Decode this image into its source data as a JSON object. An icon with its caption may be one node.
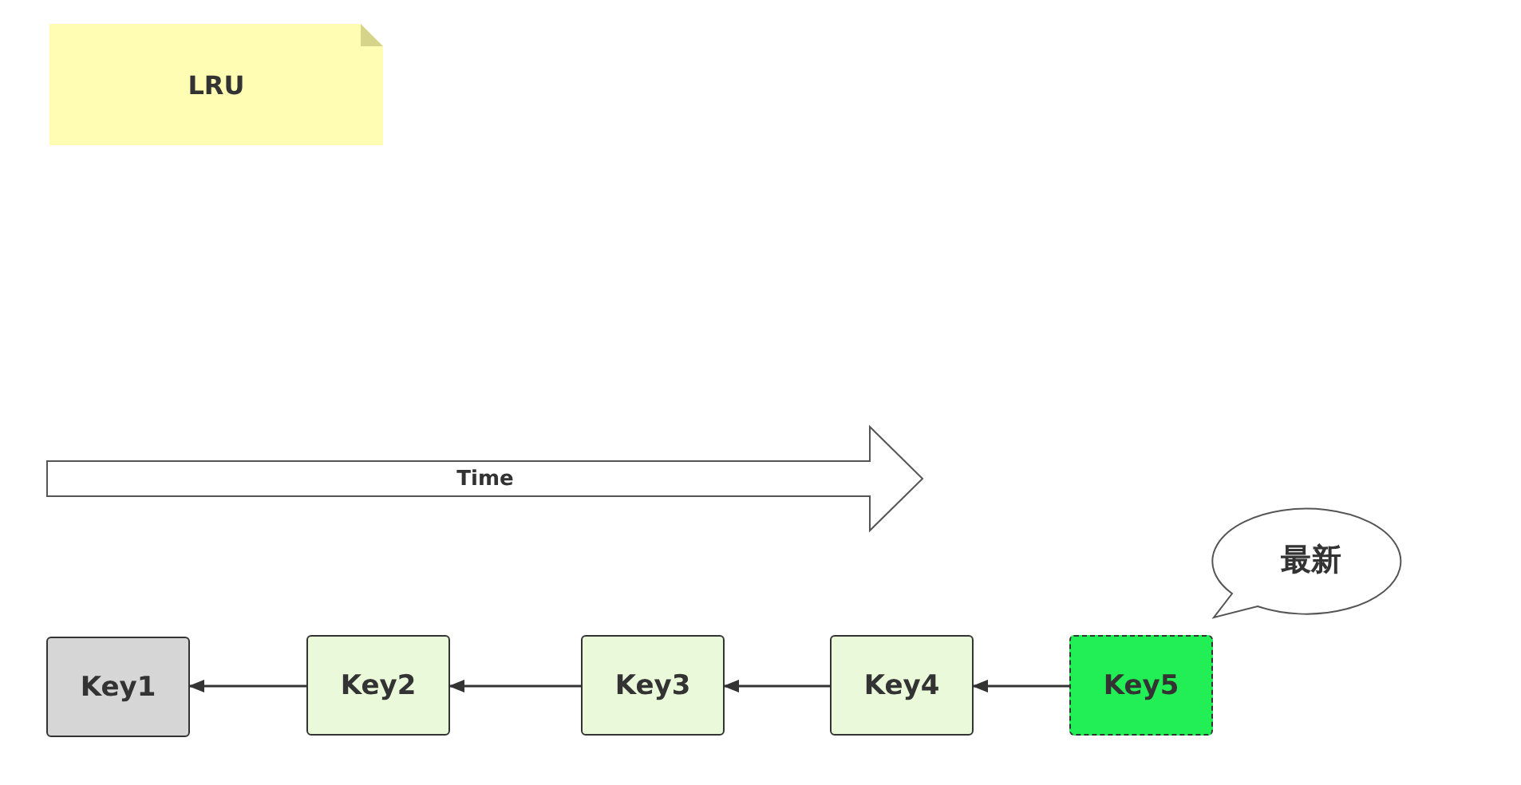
{
  "diagram": {
    "nodes": [
      {
        "text": [
          "LRU"
        ]
      },
      {
        "text": [
          "Time"
        ]
      },
      {
        "text": [
          "Key1"
        ]
      },
      {
        "text": [
          "Key2"
        ]
      },
      {
        "text": [
          "Key3"
        ]
      },
      {
        "text": [
          "Key4"
        ]
      },
      {
        "text": [
          "Key5"
        ]
      },
      {
        "text": [
          "最新"
        ]
      }
    ],
    "edges": [
      {
        "from": 3,
        "to": 2,
        "arrow": "to"
      },
      {
        "from": 4,
        "to": 3,
        "arrow": "to"
      },
      {
        "from": 5,
        "to": 4,
        "arrow": "to"
      },
      {
        "from": 6,
        "to": 5,
        "arrow": "to"
      }
    ]
  }
}
